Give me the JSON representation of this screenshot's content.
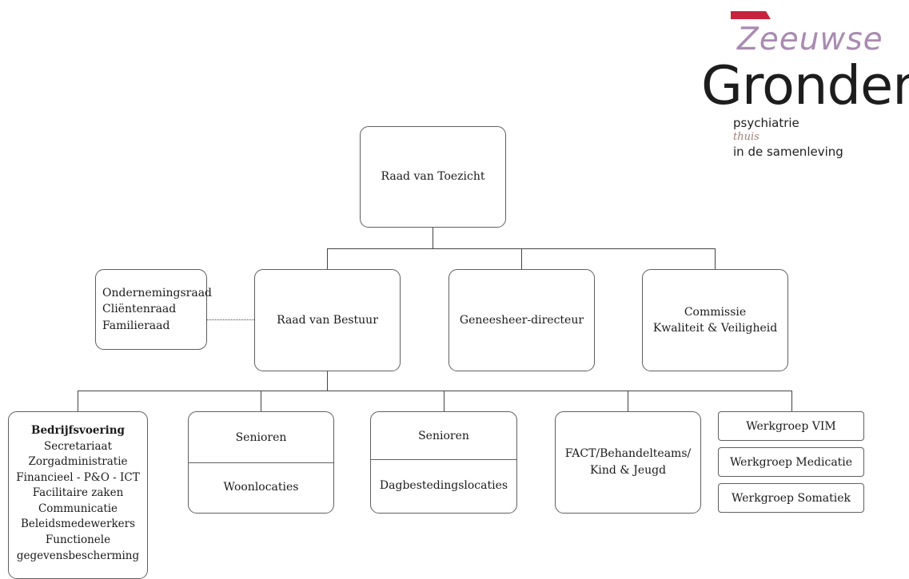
{
  "logo": {
    "brand_top": "Zeeuwse",
    "brand_main": "Gronden",
    "tag1": "psychiatrie",
    "tag2": "thuis",
    "tag3": "in de samenleving",
    "colors": {
      "accent_red": "#c7233d",
      "lilac": "#a98bb1",
      "tan": "#9a7f73"
    }
  },
  "org": {
    "toezicht": "Raad van Toezicht",
    "raden": [
      "Ondernemingsraad",
      "Cliëntenraad",
      "Familieraad"
    ],
    "bestuur": "Raad van Bestuur",
    "geneesheer": "Geneesheer-directeur",
    "commissie": [
      "Commissie",
      "Kwaliteit & Veiligheid"
    ],
    "bedrijfsvoering": {
      "title": "Bedrijfsvoering",
      "items": [
        "Secretariaat",
        "Zorgadministratie",
        "Financieel - P&O - ICT",
        "Facilitaire zaken",
        "Communicatie",
        "Beleidsmedewerkers",
        "Functionele",
        "gegevensbescherming"
      ]
    },
    "senioren_woon": {
      "top": "Senioren",
      "bottom": "Woonlocaties"
    },
    "senioren_dag": {
      "top": "Senioren",
      "bottom": "Dagbestedingslocaties"
    },
    "fact": [
      "FACT/Behandelteams/",
      "Kind & Jeugd"
    ],
    "werkgroepen": [
      "Werkgroep VIM",
      "Werkgroep Medicatie",
      "Werkgroep Somatiek"
    ]
  }
}
